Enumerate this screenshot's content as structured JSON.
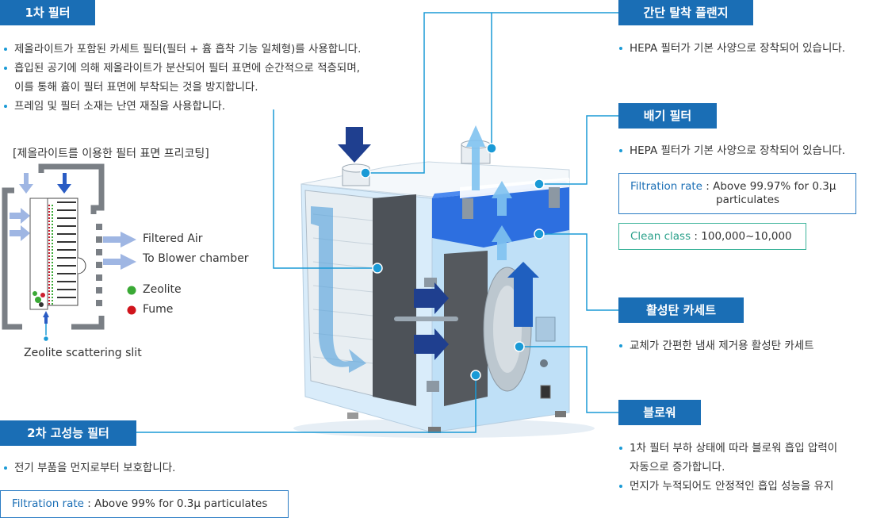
{
  "colors": {
    "tag_bg": "#1a6eb5",
    "line": "#1a9ad6",
    "dark_arrow": "#1f3f8f",
    "light_arrow": "#5fb4ea",
    "zeolite": "#3aa935",
    "fume": "#d0141c"
  },
  "filter1": {
    "tag": "1차 필터",
    "bullets": [
      "제올라이트가 포함된 카세트 필터(필터 + 흄 흡착 기능 일체형)를 사용합니다.",
      "흡입된 공기에 의해 제올라이트가 분산되어 필터 표면에 순간적으로 적층되며,",
      "이를 통해 흄이 필터 표면에 부착되는 것을 방지합니다.",
      "프레임 및 필터 소재는 난연 재질을 사용합니다."
    ],
    "precoat_title": "[제올라이트를 이용한 필터 표면 프리코팅]",
    "filtered_air": "Filtered Air",
    "to_blower": "To Blower chamber",
    "zeolite": "Zeolite",
    "fume": "Fume",
    "slit": "Zeolite scattering slit"
  },
  "filter2": {
    "tag": "2차 고성능 필터",
    "bullet": "전기 부품을 먼지로부터 보호합니다.",
    "rate_label": "Filtration rate",
    "rate_value": "Above 99% for 0.3μ particulates"
  },
  "plenum": {
    "tag": "간단 탈착 플랜지",
    "bullet": "HEPA 필터가 기본 사양으로 장착되어 있습니다."
  },
  "exhaust": {
    "tag": "배기 필터",
    "bullet": "HEPA 필터가 기본 사양으로 장착되어 있습니다.",
    "rate_label": "Filtration rate",
    "rate_value_1": "Above 99.97% for 0.3μ",
    "rate_value_2": "particulates",
    "class_label": "Clean class",
    "class_value": "100,000~10,000"
  },
  "carbon": {
    "tag": "활성탄 카세트",
    "bullet": "교체가 간편한 냄새 제거용 활성탄 카세트"
  },
  "blower": {
    "tag": "블로워",
    "bullets": [
      "1차 필터 부하 상태에 따라 블로워 흡입 압력이",
      "자동으로 증가합니다.",
      "먼지가 누적되어도 안정적인 흡입 성능을 유지"
    ]
  }
}
